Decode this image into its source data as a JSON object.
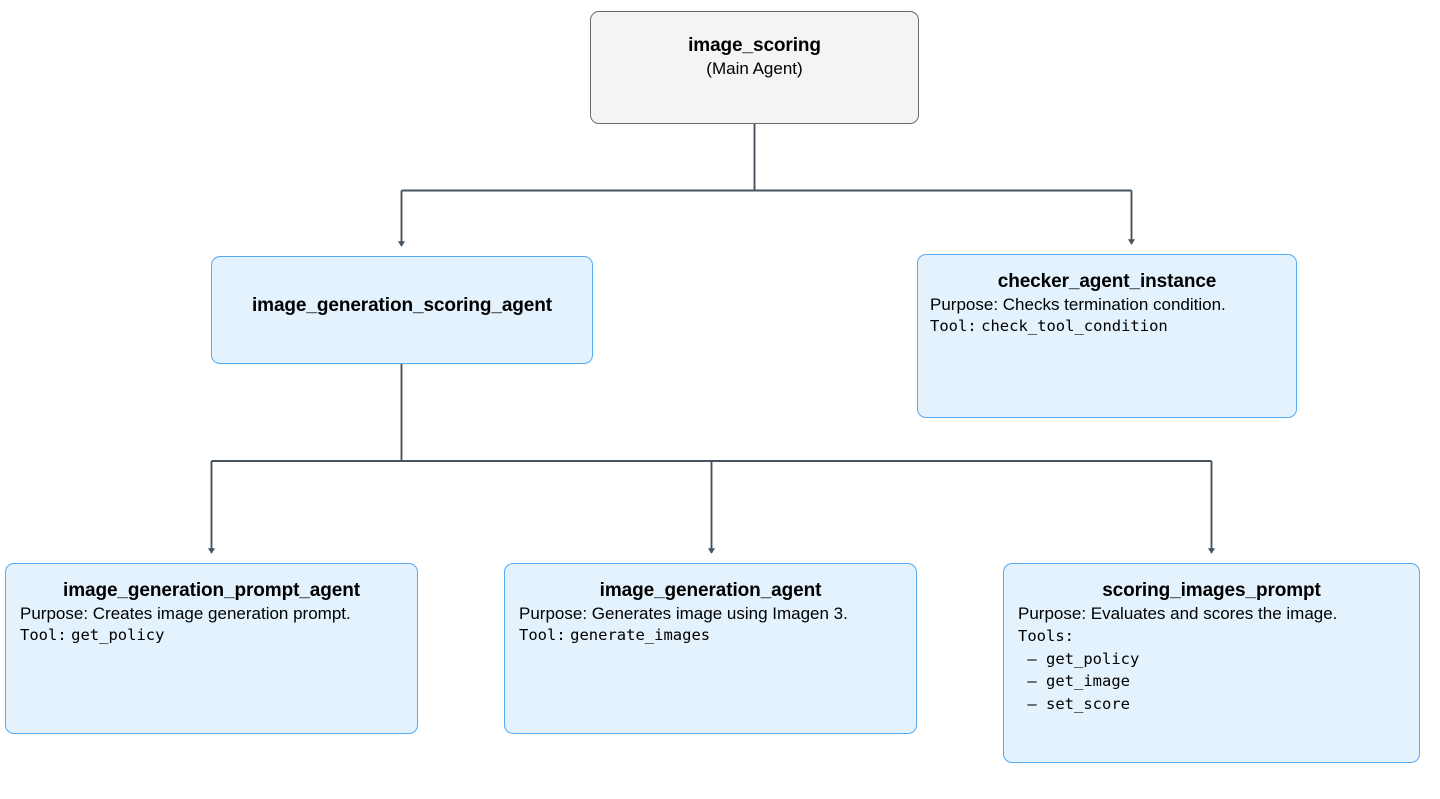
{
  "diagram": {
    "type": "agent-hierarchy-tree",
    "colors": {
      "root_fill": "#f4f4f4",
      "root_border": "#6b6b6b",
      "agent_fill": "#e3f2fd",
      "agent_border": "#56aaf2",
      "edge": "#47535e",
      "text": "#000000",
      "background": "#ffffff"
    },
    "nodes": {
      "root": {
        "title": "image_scoring",
        "subtitle": "(Main Agent)"
      },
      "scoring_agent": {
        "title": "image_generation_scoring_agent"
      },
      "checker": {
        "title": "checker_agent_instance",
        "purpose": "Purpose: Checks termination condition.",
        "tool_label": "Tool:",
        "tool_name": "check_tool_condition"
      },
      "prompt_agent": {
        "title": "image_generation_prompt_agent",
        "purpose": "Purpose: Creates image generation prompt.",
        "tool_label": "Tool:",
        "tool_name": "get_policy"
      },
      "generation_agent": {
        "title": "image_generation_agent",
        "purpose": "Purpose: Generates image using Imagen 3.",
        "tool_label": "Tool:",
        "tool_name": "generate_images"
      },
      "scoring_prompt": {
        "title": "scoring_images_prompt",
        "purpose": "Purpose: Evaluates and scores the image.",
        "tools_label": "Tools:",
        "tools": " – get_policy\n – get_image\n – set_score"
      }
    },
    "edges": [
      {
        "from": "root",
        "to": "scoring_agent"
      },
      {
        "from": "root",
        "to": "checker"
      },
      {
        "from": "scoring_agent",
        "to": "prompt_agent"
      },
      {
        "from": "scoring_agent",
        "to": "generation_agent"
      },
      {
        "from": "scoring_agent",
        "to": "scoring_prompt"
      }
    ]
  }
}
